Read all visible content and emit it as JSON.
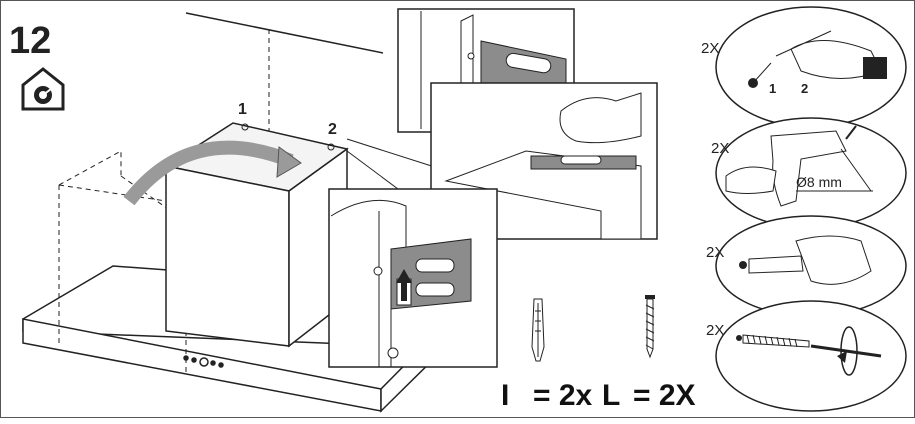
{
  "step_number": "12",
  "bracket_labels": {
    "one": "1",
    "two": "2"
  },
  "steps": [
    {
      "count": "2X",
      "marker_one": "1",
      "marker_two": "2"
    },
    {
      "count": "2X",
      "drill_size": "Ø8 mm"
    },
    {
      "count": "2X"
    },
    {
      "count": "2X"
    }
  ],
  "parts": {
    "plug": {
      "letter": "I",
      "qty": "= 2x"
    },
    "screw": {
      "letter": "L",
      "qty": "= 2X"
    }
  },
  "icons": [
    "house-fan-icon",
    "arrow-icon",
    "drill-icon",
    "screwdriver-icon",
    "wall-plug-icon",
    "screw-icon",
    "hand-icon"
  ],
  "colors": {
    "line": "#222222",
    "arrow_gray": "#9a9a9a",
    "bracket_gray": "#8c8c8c"
  }
}
